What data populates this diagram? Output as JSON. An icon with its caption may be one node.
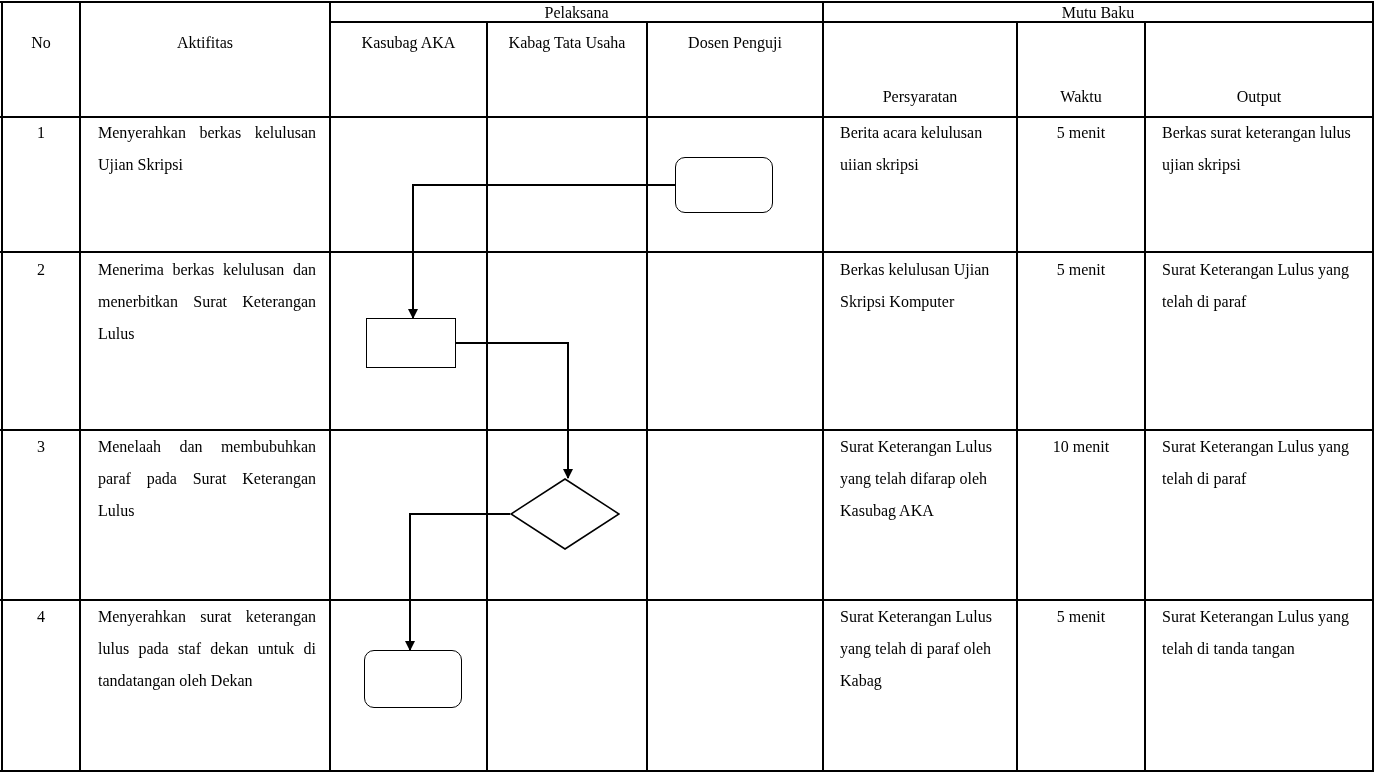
{
  "diagram": {
    "nodes": [
      {
        "text": [],
        "shape": "box"
      },
      {
        "text": [],
        "shape": "box"
      },
      {
        "text": [],
        "shape": "diamond"
      },
      {
        "text": [],
        "shape": "box"
      }
    ],
    "edges": [
      {
        "from": 0,
        "to": 1,
        "arrow": "to"
      },
      {
        "from": 1,
        "to": 2,
        "arrow": "to"
      },
      {
        "from": 2,
        "to": 3,
        "arrow": "to"
      }
    ],
    "labels": [
      "No",
      "Aktifitas",
      "Pelaksana",
      "Mutu Baku",
      "Kasubag AKA",
      "Kabag Tata Usaha",
      "Dosen Penguji",
      "Persyaratan",
      "Waktu",
      "Output",
      "1",
      "Menyerahkan berkas kelulusan Ujian Skripsi",
      "Berita acara kelulusan uiian skripsi",
      "5 menit",
      "Berkas surat keterangan lulus ujian skripsi",
      "2",
      "Menerima berkas kelulusan dan menerbitkan Surat Keterangan Lulus",
      "Berkas kelulusan Ujian Skripsi Komputer",
      "5 menit",
      "Surat Keterangan Lulus yang telah di paraf",
      "3",
      "Menelaah dan membubuhkan paraf pada Surat Keterangan Lulus",
      "Surat Keterangan Lulus yang telah difarap oleh Kasubag AKA",
      "10 menit",
      "Surat Keterangan Lulus yang telah di paraf",
      "4",
      "Menyerahkan surat keterangan lulus pada staf dekan untuk di tandatangan oleh Dekan",
      "Surat Keterangan Lulus yang telah di paraf oleh Kabag",
      "5 menit",
      "Surat Keterangan Lulus yang telah di tanda tangan"
    ]
  }
}
